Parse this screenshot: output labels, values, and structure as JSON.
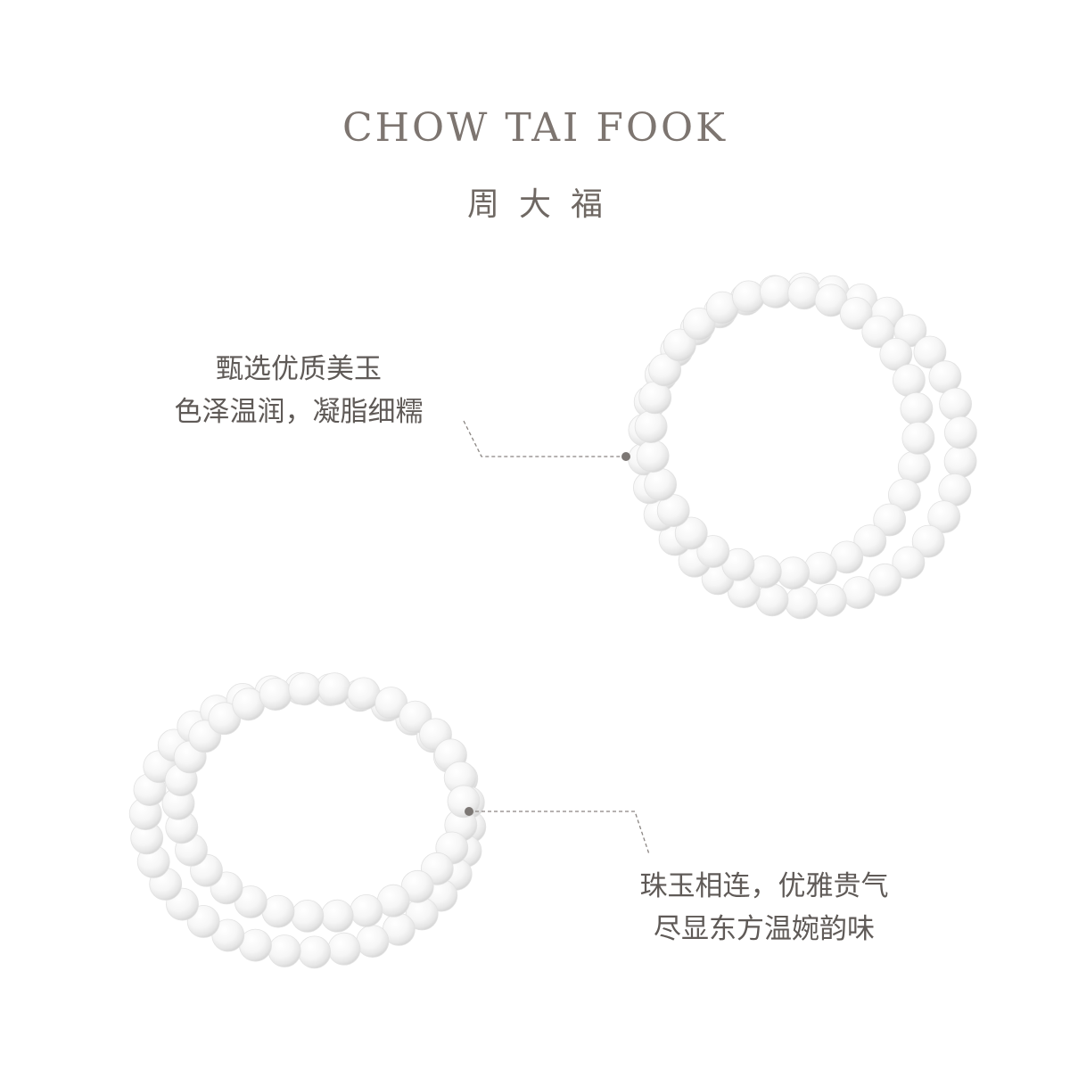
{
  "brand": {
    "name_en": "CHOW TAI FOOK",
    "name_cn": "周大福"
  },
  "features": [
    {
      "line1": "甄选优质美玉",
      "line2": "色泽温润，凝脂细糯"
    },
    {
      "line1": "珠玉相连，优雅贵气",
      "line2": "尽显东方温婉韵味"
    }
  ],
  "colors": {
    "brand_text": "#7d7570",
    "caption_text": "#5f5a57",
    "callout_line": "#8a8582",
    "bead_highlight": "#ffffff",
    "bead_shadow": "#dcdcdc"
  }
}
